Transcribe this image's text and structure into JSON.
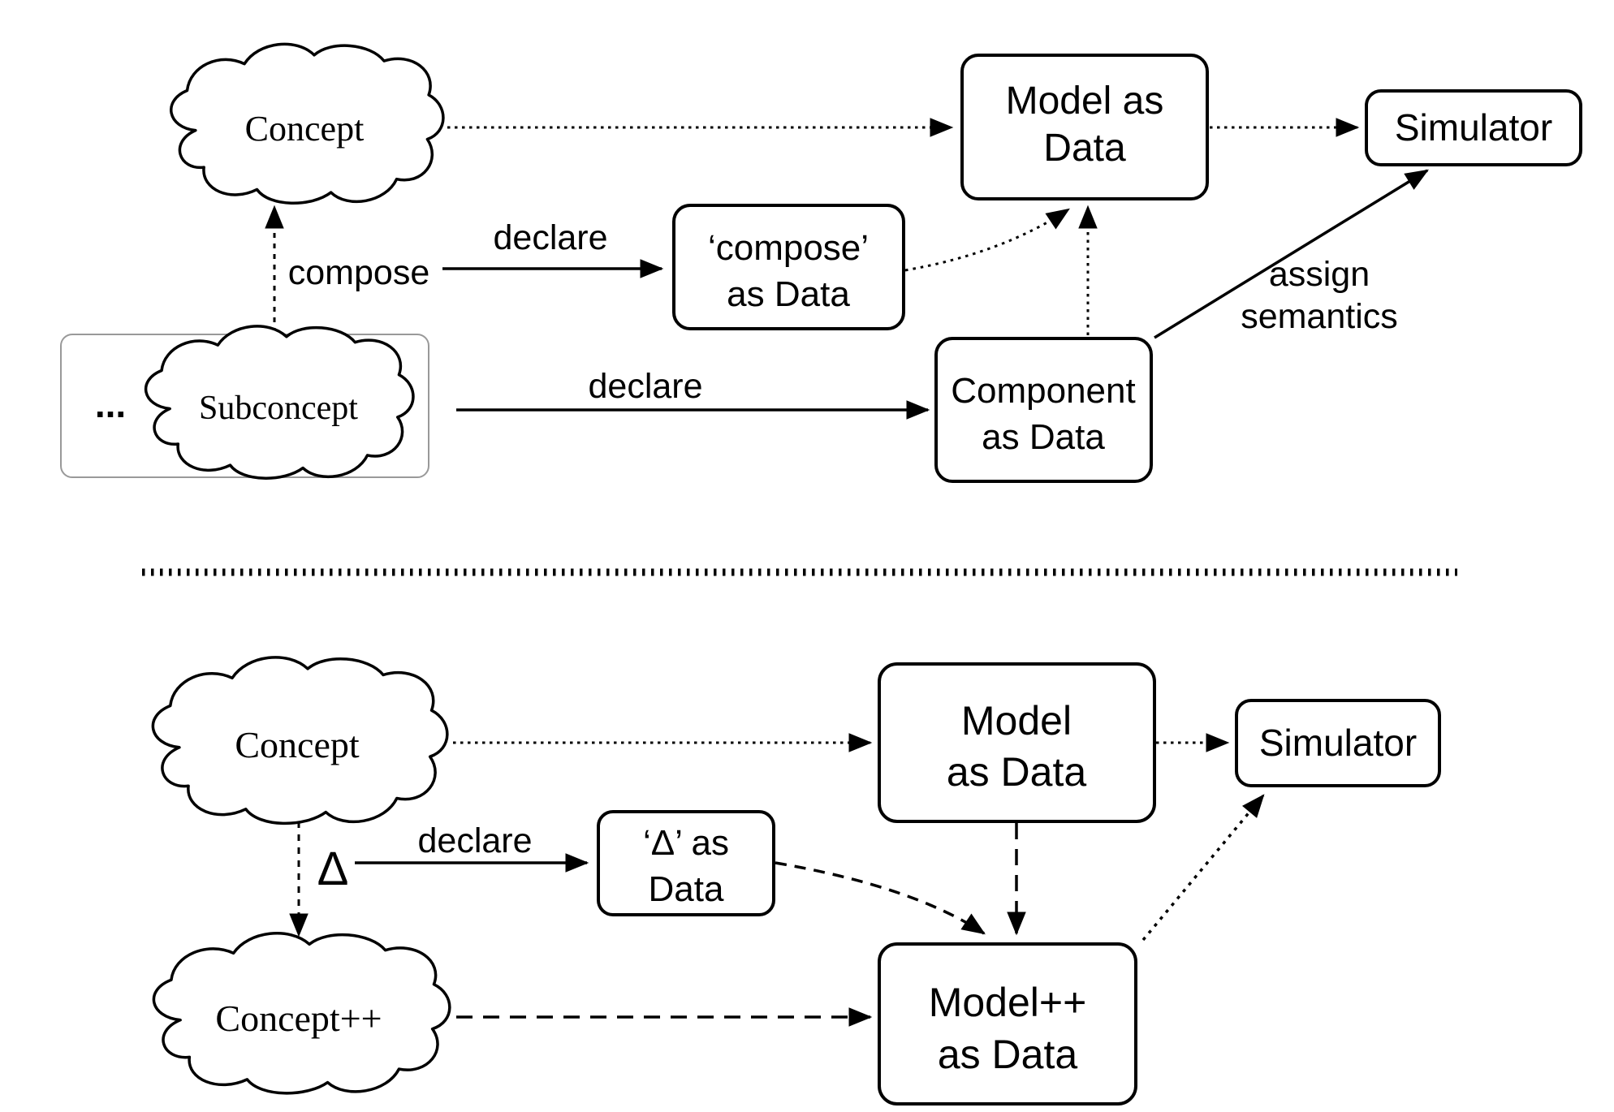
{
  "top": {
    "concept": "Concept",
    "subconcept": "Subconcept",
    "ellipsis": "...",
    "compose_label": "compose",
    "declare_label_upper": "declare",
    "declare_label_lower": "declare",
    "compose_box": {
      "line1": "‘compose’",
      "line2": "as Data"
    },
    "model_box": {
      "line1": "Model as",
      "line2": "Data"
    },
    "component_box": {
      "line1": "Component",
      "line2": "as Data"
    },
    "simulator": "Simulator",
    "assign_label": {
      "line1": "assign",
      "line2": "semantics"
    }
  },
  "bottom": {
    "concept": "Concept",
    "conceptpp": "Concept++",
    "delta_label": "Δ",
    "declare_label": "declare",
    "delta_box": {
      "line1": "‘Δ’ as",
      "line2": "Data"
    },
    "model_box": {
      "line1": "Model",
      "line2": "as Data"
    },
    "modelpp_box": {
      "line1": "Model++",
      "line2": "as Data"
    },
    "simulator": "Simulator"
  },
  "colors": {
    "ink": "#000000",
    "group_border": "#999999",
    "background": "#ffffff"
  }
}
